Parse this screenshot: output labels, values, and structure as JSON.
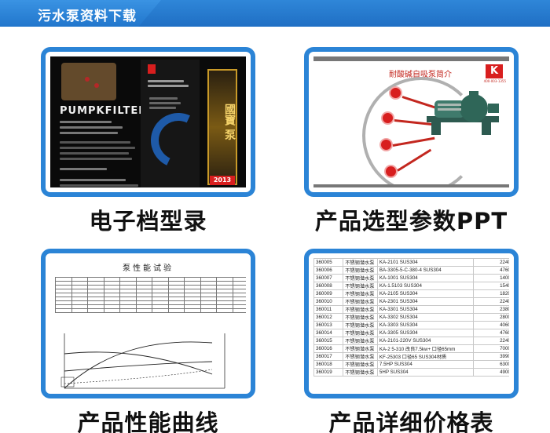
{
  "header": {
    "title": "污水泵资料下载"
  },
  "cards": [
    {
      "caption": "电子档型录",
      "brand": "PUMPKFILTERS",
      "cover_text": "國寶 泵",
      "cover_year": "2013"
    },
    {
      "caption": "产品选型参数PPT",
      "title": "耐酸碱自吸泵简介",
      "logo": "K",
      "phone": "400-003-1355"
    },
    {
      "caption": "产品性能曲线",
      "title": "泵性能试验"
    },
    {
      "caption": "产品详细价格表",
      "rows": [
        {
          "code": "360005",
          "name": "不锈钢潜水泵",
          "model": "KA-2101 SUS304",
          "price": "2240"
        },
        {
          "code": "360006",
          "name": "不锈钢潜水泵",
          "model": "BA-3305-5-C-380-4 SUS304",
          "price": "4760"
        },
        {
          "code": "360007",
          "name": "不锈钢潜水泵",
          "model": "KA-1001 SUS304",
          "price": "1400"
        },
        {
          "code": "360008",
          "name": "不锈钢潜水泵",
          "model": "KA-1.5103 SUS304",
          "price": "1540"
        },
        {
          "code": "360009",
          "name": "不锈钢潜水泵",
          "model": "KA-2105 SUS304",
          "price": "1820"
        },
        {
          "code": "360010",
          "name": "不锈钢潜水泵",
          "model": "KA-2301 SUS304",
          "price": "2240"
        },
        {
          "code": "360011",
          "name": "不锈钢潜水泵",
          "model": "KA-3301 SUS304",
          "price": "2380"
        },
        {
          "code": "360012",
          "name": "不锈钢潜水泵",
          "model": "KA-3302 SUS304",
          "price": "2800"
        },
        {
          "code": "360013",
          "name": "不锈钢潜水泵",
          "model": "KA-3303 SUS304",
          "price": "4060"
        },
        {
          "code": "360014",
          "name": "不锈钢潜水泵",
          "model": "KA-3305 SUS304",
          "price": "4760"
        },
        {
          "code": "360015",
          "name": "不锈钢潜水泵",
          "model": "KA-2101-220V SUS304",
          "price": "2240"
        },
        {
          "code": "360016",
          "name": "不锈钢潜水泵",
          "model": "KA-2 5-310 改良7.5kw+ 口径65mm",
          "price": "7000"
        },
        {
          "code": "360017",
          "name": "不锈钢潜水泵",
          "model": "KF-25303 口径65 SUS304材质",
          "price": "3990"
        },
        {
          "code": "360018",
          "name": "不锈钢潜水泵",
          "model": "7.5HP SUS304",
          "price": "6300"
        },
        {
          "code": "360019",
          "name": "不锈钢潜水泵",
          "model": "5HP SUS304",
          "price": "4900"
        }
      ]
    }
  ],
  "colors": {
    "frame": "#2b84d6",
    "header": "#2176cc",
    "accent_red": "#d81e1e"
  }
}
